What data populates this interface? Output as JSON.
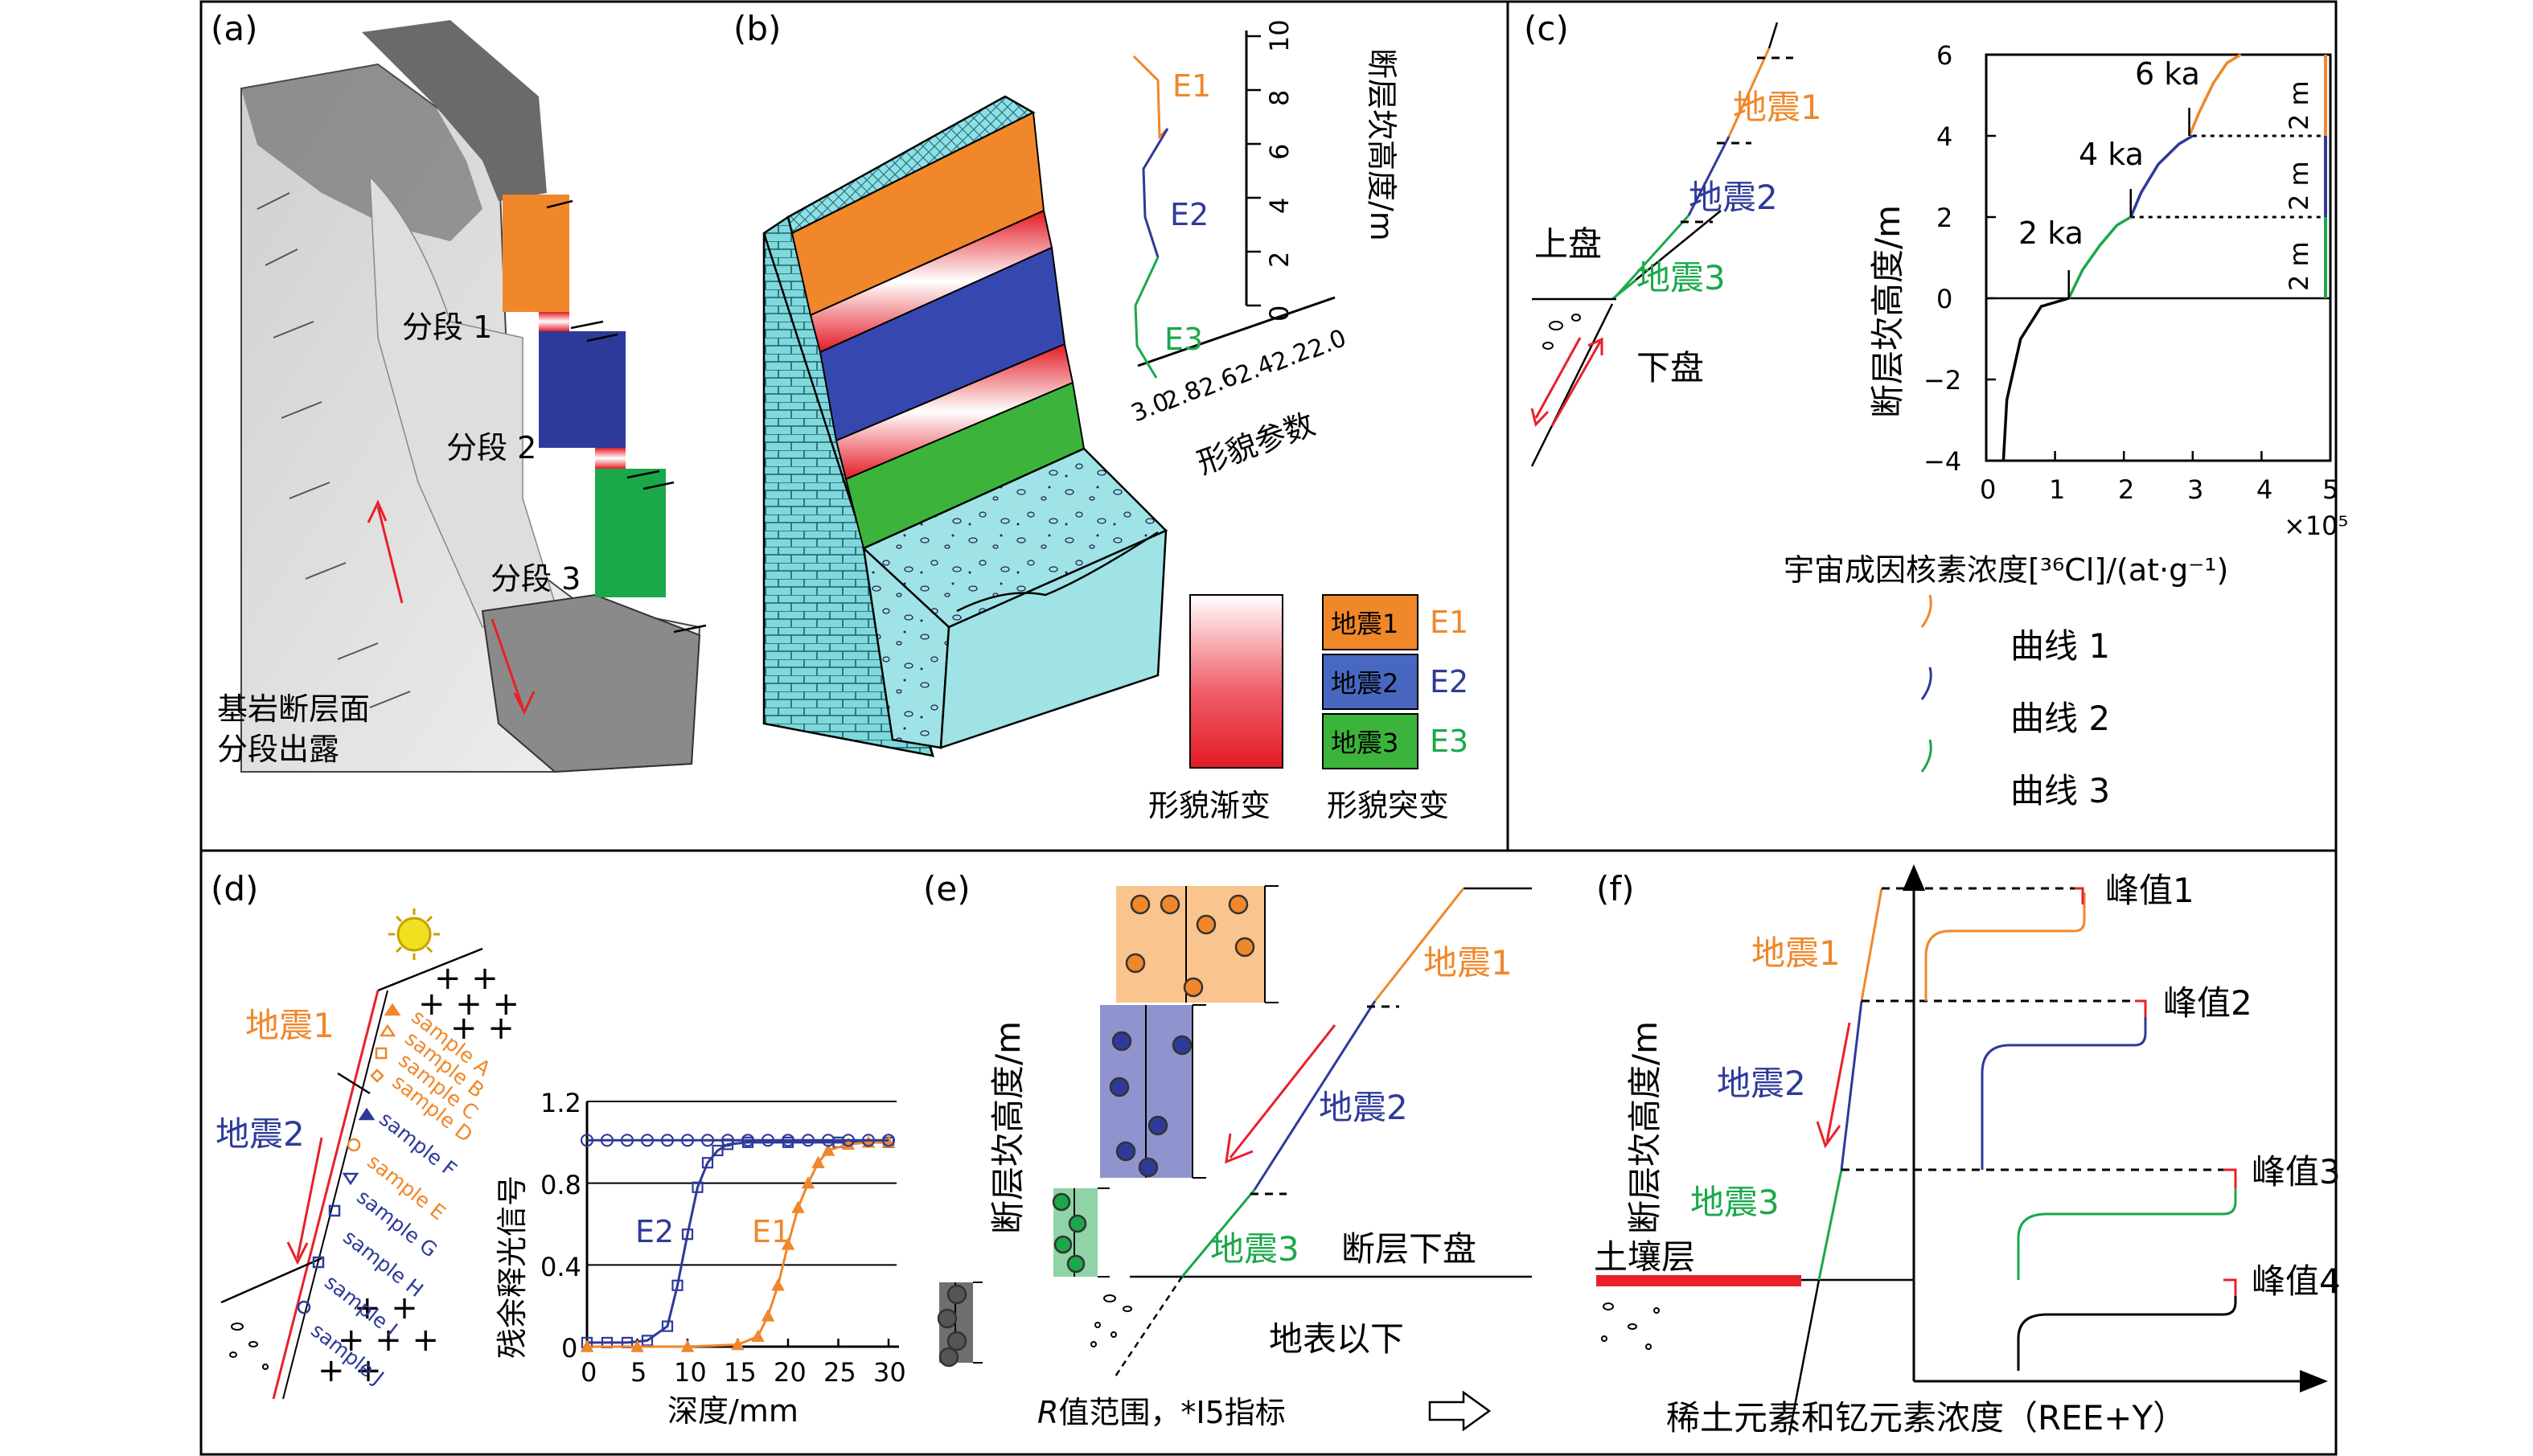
{
  "panels": {
    "a": {
      "letter": "(a)",
      "segments": [
        "分段 1",
        "分段 2",
        "分段 3"
      ],
      "caption_line1": "基岩断层面",
      "caption_line2": "分段出露"
    },
    "b": {
      "letter": "(b)",
      "events": [
        "E1",
        "E2",
        "E3"
      ],
      "xlabel": "形貌参数",
      "ylabel": "断层坎高度/m",
      "x_ticks": [
        "3.0",
        "2.8",
        "2.6",
        "2.4",
        "2.2",
        "2.0"
      ],
      "y_ticks": [
        "0",
        "2",
        "4",
        "6",
        "8",
        "10"
      ],
      "legend_gradual": "形貌渐变",
      "legend_abrupt": "形貌突变",
      "legend_quakes": [
        "地震1",
        "地震2",
        "地震3"
      ]
    },
    "c": {
      "letter": "(c)",
      "quakes": [
        "地震1",
        "地震2",
        "地震3"
      ],
      "hanging_wall": "上盘",
      "footwall": "下盘",
      "ylabel": "断层坎高度/m",
      "xlabel": "宇宙成因核素浓度[³⁶Cl]/(at·g⁻¹)",
      "x_ticks": [
        "0",
        "1",
        "2",
        "3",
        "4",
        "5"
      ],
      "x_multiplier": "×10⁵",
      "y_ticks": [
        "6",
        "4",
        "2",
        "0",
        "−2",
        "−4"
      ],
      "ages": [
        "2 ka",
        "4 ka",
        "6 ka"
      ],
      "offsets": [
        "2 m",
        "2 m",
        "2 m"
      ],
      "legend": [
        "曲线 1",
        "曲线 2",
        "曲线 3"
      ]
    },
    "d": {
      "letter": "(d)",
      "quakes": [
        "地震1",
        "地震2"
      ],
      "samples": [
        "sample A",
        "sample B",
        "sample C",
        "sample D",
        "sample F",
        "sample E",
        "sample G",
        "sample H",
        "sample I",
        "sample J"
      ],
      "ylabel": "残余释光信号",
      "xlabel": "深度/mm",
      "series": [
        "E2",
        "E1"
      ],
      "x_ticks": [
        "0",
        "5",
        "10",
        "15",
        "20",
        "25",
        "30"
      ],
      "y_ticks": [
        "0",
        "0.4",
        "0.8",
        "1.2"
      ]
    },
    "e": {
      "letter": "(e)",
      "quakes": [
        "地震1",
        "地震2",
        "地震3"
      ],
      "ylabel": "断层坎高度/m",
      "footwall": "断层下盘",
      "below_surface": "地表以下",
      "caption_r": "R",
      "caption_rest": "值范围，*I5指标"
    },
    "f": {
      "letter": "(f)",
      "quakes": [
        "地震1",
        "地震2",
        "地震3"
      ],
      "ylabel": "断层坎高度/m",
      "soil": "土壤层",
      "peaks": [
        "峰值1",
        "峰值2",
        "峰值3",
        "峰值4"
      ],
      "xlabel": "稀土元素和钇元素浓度（REE+Y）"
    }
  },
  "colors": {
    "quake1": "#f0872a",
    "quake2": "#2e3a9a",
    "quake3": "#1aa84a",
    "red": "#e8202a",
    "teal": "#6fd3d8"
  },
  "chart_data": [
    {
      "type": "line",
      "panel": "c",
      "xlabel": "宇宙成因核素浓度[³⁶Cl]/(at·g⁻¹)",
      "ylabel": "断层坎高度/m",
      "xlim": [
        0,
        5
      ],
      "ylim": [
        -4,
        6
      ],
      "x_multiplier": "×10⁵",
      "series": [
        {
          "name": "曲线 1",
          "x": [
            2.95,
            3.1,
            3.3,
            3.5,
            3.7
          ],
          "y": [
            4,
            4.6,
            5.3,
            5.8,
            6
          ]
        },
        {
          "name": "曲线 2",
          "x": [
            2.1,
            2.25,
            2.5,
            2.8,
            3.0
          ],
          "y": [
            2,
            2.6,
            3.3,
            3.8,
            4
          ]
        },
        {
          "name": "曲线 3",
          "x": [
            1.2,
            1.4,
            1.65,
            1.9,
            2.1
          ],
          "y": [
            0,
            0.7,
            1.3,
            1.8,
            2
          ]
        },
        {
          "x": [
            0.25,
            0.3,
            0.5,
            0.8,
            1.2
          ],
          "y": [
            -4,
            -2.5,
            -1,
            -0.2,
            0
          ]
        }
      ]
    },
    {
      "type": "scatter",
      "panel": "d",
      "xlabel": "深度/mm",
      "ylabel": "残余释光信号",
      "xlim": [
        0,
        30
      ],
      "ylim": [
        0,
        1.2
      ],
      "series": [
        {
          "name": "E2",
          "x": [
            0,
            2,
            4,
            6,
            8,
            9,
            10,
            11,
            12,
            13,
            14,
            16,
            20,
            25,
            30
          ],
          "y": [
            0.02,
            0.02,
            0.02,
            0.03,
            0.1,
            0.3,
            0.55,
            0.78,
            0.9,
            0.96,
            0.99,
            1.0,
            1.0,
            1.0,
            1.0
          ]
        },
        {
          "name": "E1",
          "x": [
            0,
            5,
            10,
            15,
            17,
            18,
            19,
            20,
            21,
            22,
            23,
            24,
            26,
            28,
            30
          ],
          "y": [
            0.0,
            0.0,
            0.0,
            0.01,
            0.05,
            0.15,
            0.3,
            0.5,
            0.68,
            0.8,
            0.9,
            0.96,
            0.99,
            1.0,
            1.0
          ]
        },
        {
          "x": [
            0,
            2,
            4,
            6,
            8,
            10,
            12,
            14,
            16,
            18,
            20,
            22,
            24,
            26,
            28,
            30
          ],
          "y": [
            1.01,
            1.01,
            1.01,
            1.01,
            1.01,
            1.01,
            1.01,
            1.01,
            1.01,
            1.01,
            1.01,
            1.01,
            1.01,
            1.01,
            1.01,
            1.01
          ]
        }
      ]
    }
  ]
}
